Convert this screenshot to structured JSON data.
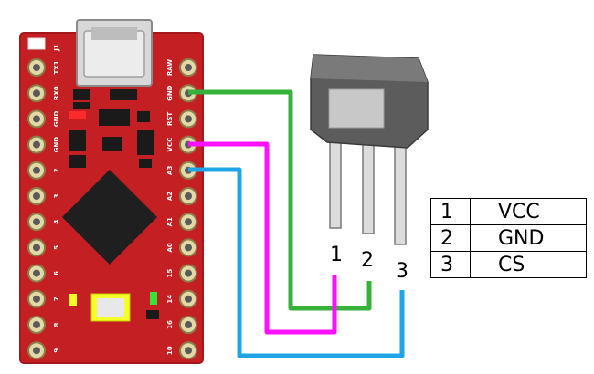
{
  "board": {
    "label_j1": "J1",
    "left_pins": [
      "TX1",
      "RX0",
      "GND",
      "GND",
      "2",
      "3",
      "4",
      "5",
      "6",
      "7",
      "8",
      "9"
    ],
    "right_pins": [
      "RAW",
      "GND",
      "RST",
      "VCC",
      "A3",
      "A2",
      "A1",
      "A0",
      "15",
      "14",
      "16",
      "10"
    ]
  },
  "sensor": {
    "pin_numbers": [
      "1",
      "2",
      "3"
    ]
  },
  "pin_table": [
    {
      "num": "1",
      "signal": "VCC"
    },
    {
      "num": "2",
      "signal": "GND"
    },
    {
      "num": "3",
      "signal": "CS"
    }
  ],
  "colors": {
    "board": "#c41f23",
    "board_edge": "#a4181b",
    "wire_gnd": "#36b23b",
    "wire_vcc": "#ff10ff",
    "wire_cs": "#1fa5e6",
    "sensor_body": "#5c5c5c",
    "sensor_face": "#c8c8c8"
  }
}
